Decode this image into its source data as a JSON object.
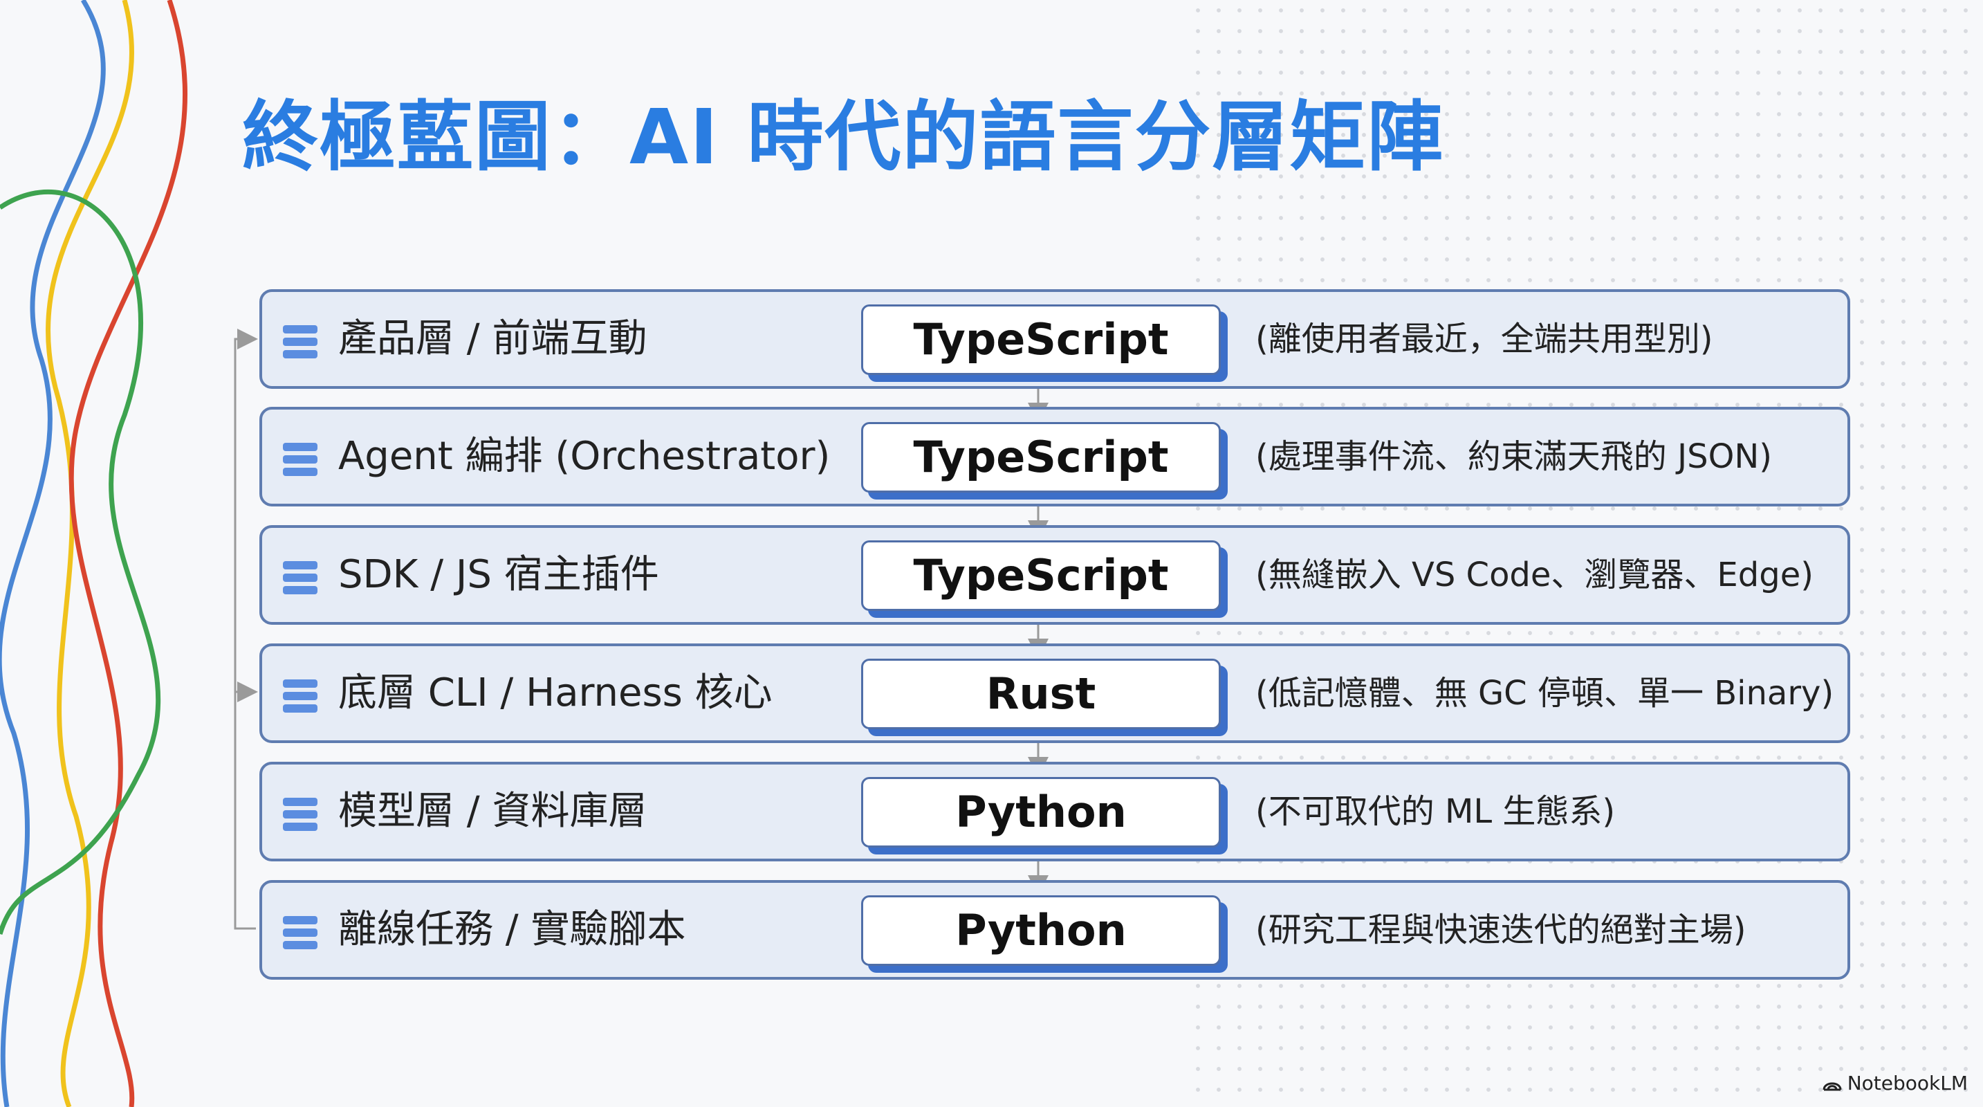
{
  "title": "終極藍圖：AI 時代的語言分層矩陣",
  "layers": [
    {
      "label": "產品層 / 前端互動",
      "language": "TypeScript",
      "note": "(離使用者最近，全端共用型別)"
    },
    {
      "label": "Agent 編排 (Orchestrator)",
      "language": "TypeScript",
      "note": "(處理事件流、約束滿天飛的 JSON)"
    },
    {
      "label": "SDK / JS 宿主插件",
      "language": "TypeScript",
      "note": "(無縫嵌入 VS Code、瀏覽器、Edge)"
    },
    {
      "label": "底層 CLI / Harness 核心",
      "language": "Rust",
      "note": "(低記憶體、無 GC 停頓、單一 Binary)"
    },
    {
      "label": "模型層 / 資料庫層",
      "language": "Python",
      "note": "(不可取代的 ML 生態系)"
    },
    {
      "label": "離線任務 / 實驗腳本",
      "language": "Python",
      "note": "(研究工程與快速迭代的絕對主場)"
    }
  ],
  "row_icon": "server-stack-icon",
  "brand": {
    "icon": "notebooklm-logo-icon",
    "name": "NotebookLM"
  },
  "colors": {
    "title": "#2a7de1",
    "row_fill": "#e6ecf6",
    "row_border": "#5f7cb0",
    "box_shadow": "#3c6fc9",
    "icon": "#5b8de0",
    "connector": "#9a9a9a",
    "decor_lines": [
      "#4a86d4",
      "#f0c21c",
      "#d9452f",
      "#3ea34f"
    ]
  }
}
